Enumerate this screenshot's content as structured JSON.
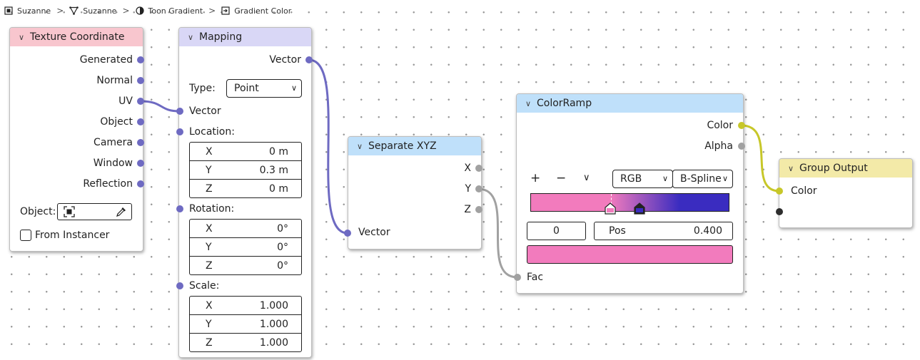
{
  "breadcrumb": {
    "items": [
      {
        "label": "Suzanne",
        "icon": "object-icon"
      },
      {
        "label": "Suzanne",
        "icon": "mesh-data-icon"
      },
      {
        "label": "Toon Gradient",
        "icon": "material-icon"
      },
      {
        "label": "Gradient Color",
        "icon": "node-group-icon"
      }
    ]
  },
  "colors": {
    "vector_socket": "#6e6ac2",
    "float_socket": "#a1a1a1",
    "color_socket": "#c7c729",
    "ramp_start": "#f27bbd",
    "ramp_end": "#3a2cc0"
  },
  "nodes": {
    "texture_coordinate": {
      "title": "Texture Coordinate",
      "outputs": [
        "Generated",
        "Normal",
        "UV",
        "Object",
        "Camera",
        "Window",
        "Reflection"
      ],
      "object_label": "Object:",
      "from_instancer_label": "From Instancer",
      "from_instancer_checked": false
    },
    "mapping": {
      "title": "Mapping",
      "output": "Vector",
      "type_label": "Type:",
      "type_value": "Point",
      "input_vector": "Vector",
      "location_label": "Location:",
      "location": [
        {
          "axis": "X",
          "value": "0 m"
        },
        {
          "axis": "Y",
          "value": "0.3 m"
        },
        {
          "axis": "Z",
          "value": "0 m"
        }
      ],
      "rotation_label": "Rotation:",
      "rotation": [
        {
          "axis": "X",
          "value": "0°"
        },
        {
          "axis": "Y",
          "value": "0°"
        },
        {
          "axis": "Z",
          "value": "0°"
        }
      ],
      "scale_label": "Scale:",
      "scale": [
        {
          "axis": "X",
          "value": "1.000"
        },
        {
          "axis": "Y",
          "value": "1.000"
        },
        {
          "axis": "Z",
          "value": "1.000"
        }
      ]
    },
    "separate_xyz": {
      "title": "Separate XYZ",
      "outputs": [
        "X",
        "Y",
        "Z"
      ],
      "input": "Vector"
    },
    "color_ramp": {
      "title": "ColorRamp",
      "outputs": [
        "Color",
        "Alpha"
      ],
      "add_label": "+",
      "remove_label": "−",
      "menu_label": "∨",
      "color_mode": "RGB",
      "interpolation": "B-Spline",
      "active_index": "0",
      "pos_label": "Pos",
      "pos_value": "0.400",
      "stop_positions": [
        0.4,
        0.55
      ],
      "input": "Fac"
    },
    "group_output": {
      "title": "Group Output",
      "input": "Color"
    }
  }
}
